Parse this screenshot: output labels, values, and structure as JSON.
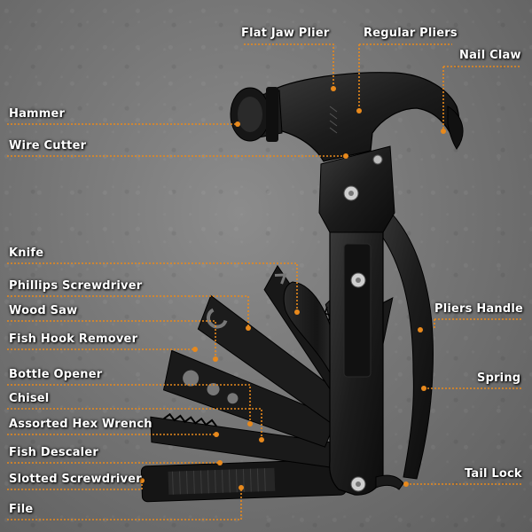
{
  "colors": {
    "accent": "#e8891c",
    "tool": "#1a1a1a",
    "background": "#7a7a7a"
  },
  "labels": {
    "flat_jaw_plier": "Flat Jaw Plier",
    "regular_pliers": "Regular Pliers",
    "nail_claw": "Nail Claw",
    "hammer": "Hammer",
    "wire_cutter": "Wire Cutter",
    "knife": "Knife",
    "phillips_screwdriver": "Phillips Screwdriver",
    "wood_saw": "Wood Saw",
    "fish_hook_remover": "Fish Hook Remover",
    "bottle_opener": "Bottle Opener",
    "chisel": "Chisel",
    "assorted_hex_wrench": "Assorted Hex Wrench",
    "fish_descaler": "Fish Descaler",
    "slotted_screwdriver": "Slotted Screwdriver",
    "file": "File",
    "pliers_handle": "Pliers Handle",
    "spring": "Spring",
    "tail_lock": "Tail Lock"
  }
}
